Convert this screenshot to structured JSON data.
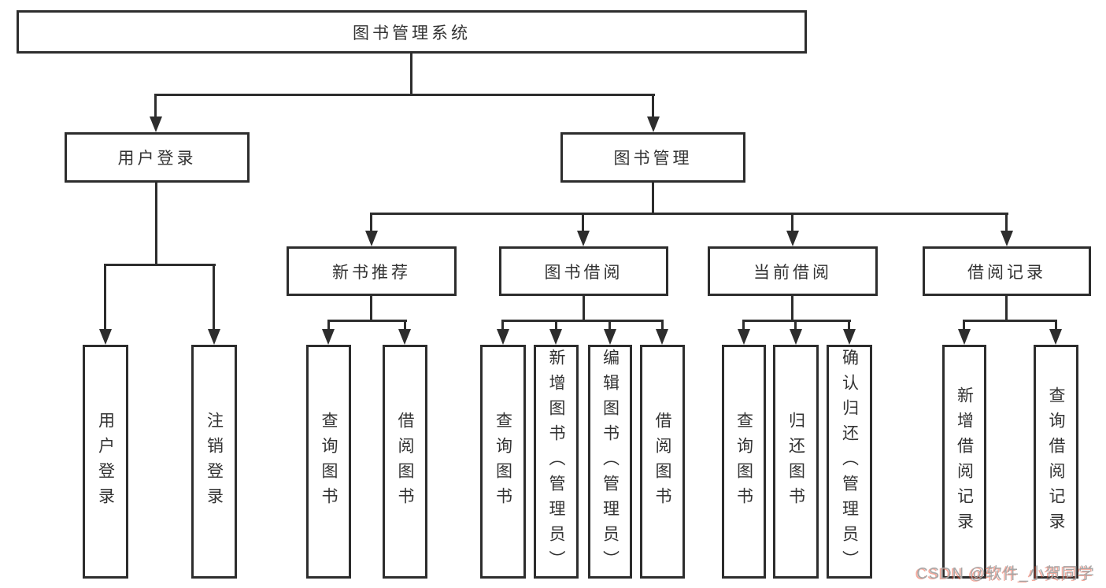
{
  "tree": {
    "root": "图书管理系统",
    "level2": [
      {
        "label": "用户登录",
        "children": [
          "用户登录",
          "注销登录"
        ]
      },
      {
        "label": "图书管理",
        "sections": [
          {
            "label": "新书推荐",
            "children": [
              "查询图书",
              "借阅图书"
            ]
          },
          {
            "label": "图书借阅",
            "children": [
              "查询图书",
              "新增图书（管理员）",
              "编辑图书（管理员）",
              "借阅图书"
            ]
          },
          {
            "label": "当前借阅",
            "children": [
              "查询图书",
              "归还图书",
              "确认归还（管理员）"
            ]
          },
          {
            "label": "借阅记录",
            "children": [
              "新增借阅记录",
              "查询借阅记录"
            ]
          }
        ]
      }
    ]
  },
  "watermark": {
    "text": "CSDN @软件_小贺同学"
  },
  "colors": {
    "line": "#2d2d2d",
    "box_border": "#2d2d2d",
    "box_background": "#ffffff",
    "text": "#333333",
    "watermark_gray": "#a6a6a6",
    "watermark_red": "#e95339",
    "background": "#ffffff"
  }
}
